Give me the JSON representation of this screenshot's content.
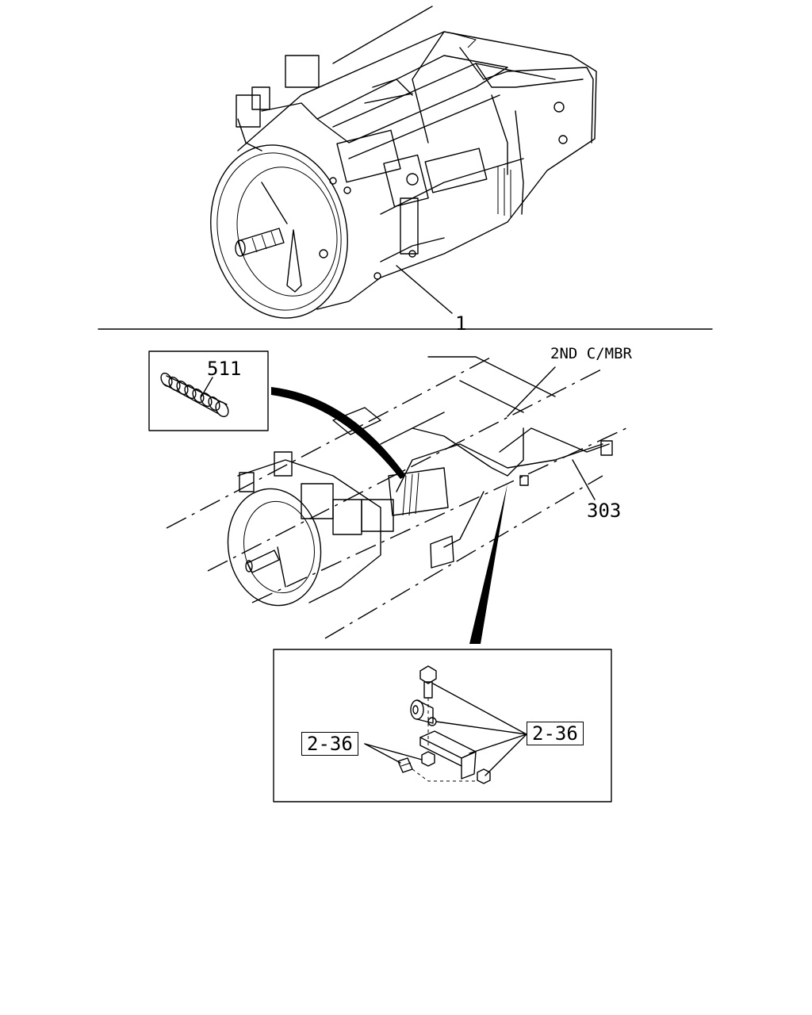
{
  "labels": {
    "part_1": "1",
    "part_511": "511",
    "part_303": "303",
    "member_note": "2ND C/MBR",
    "ref_left": "2-36",
    "ref_right": "2-36"
  }
}
